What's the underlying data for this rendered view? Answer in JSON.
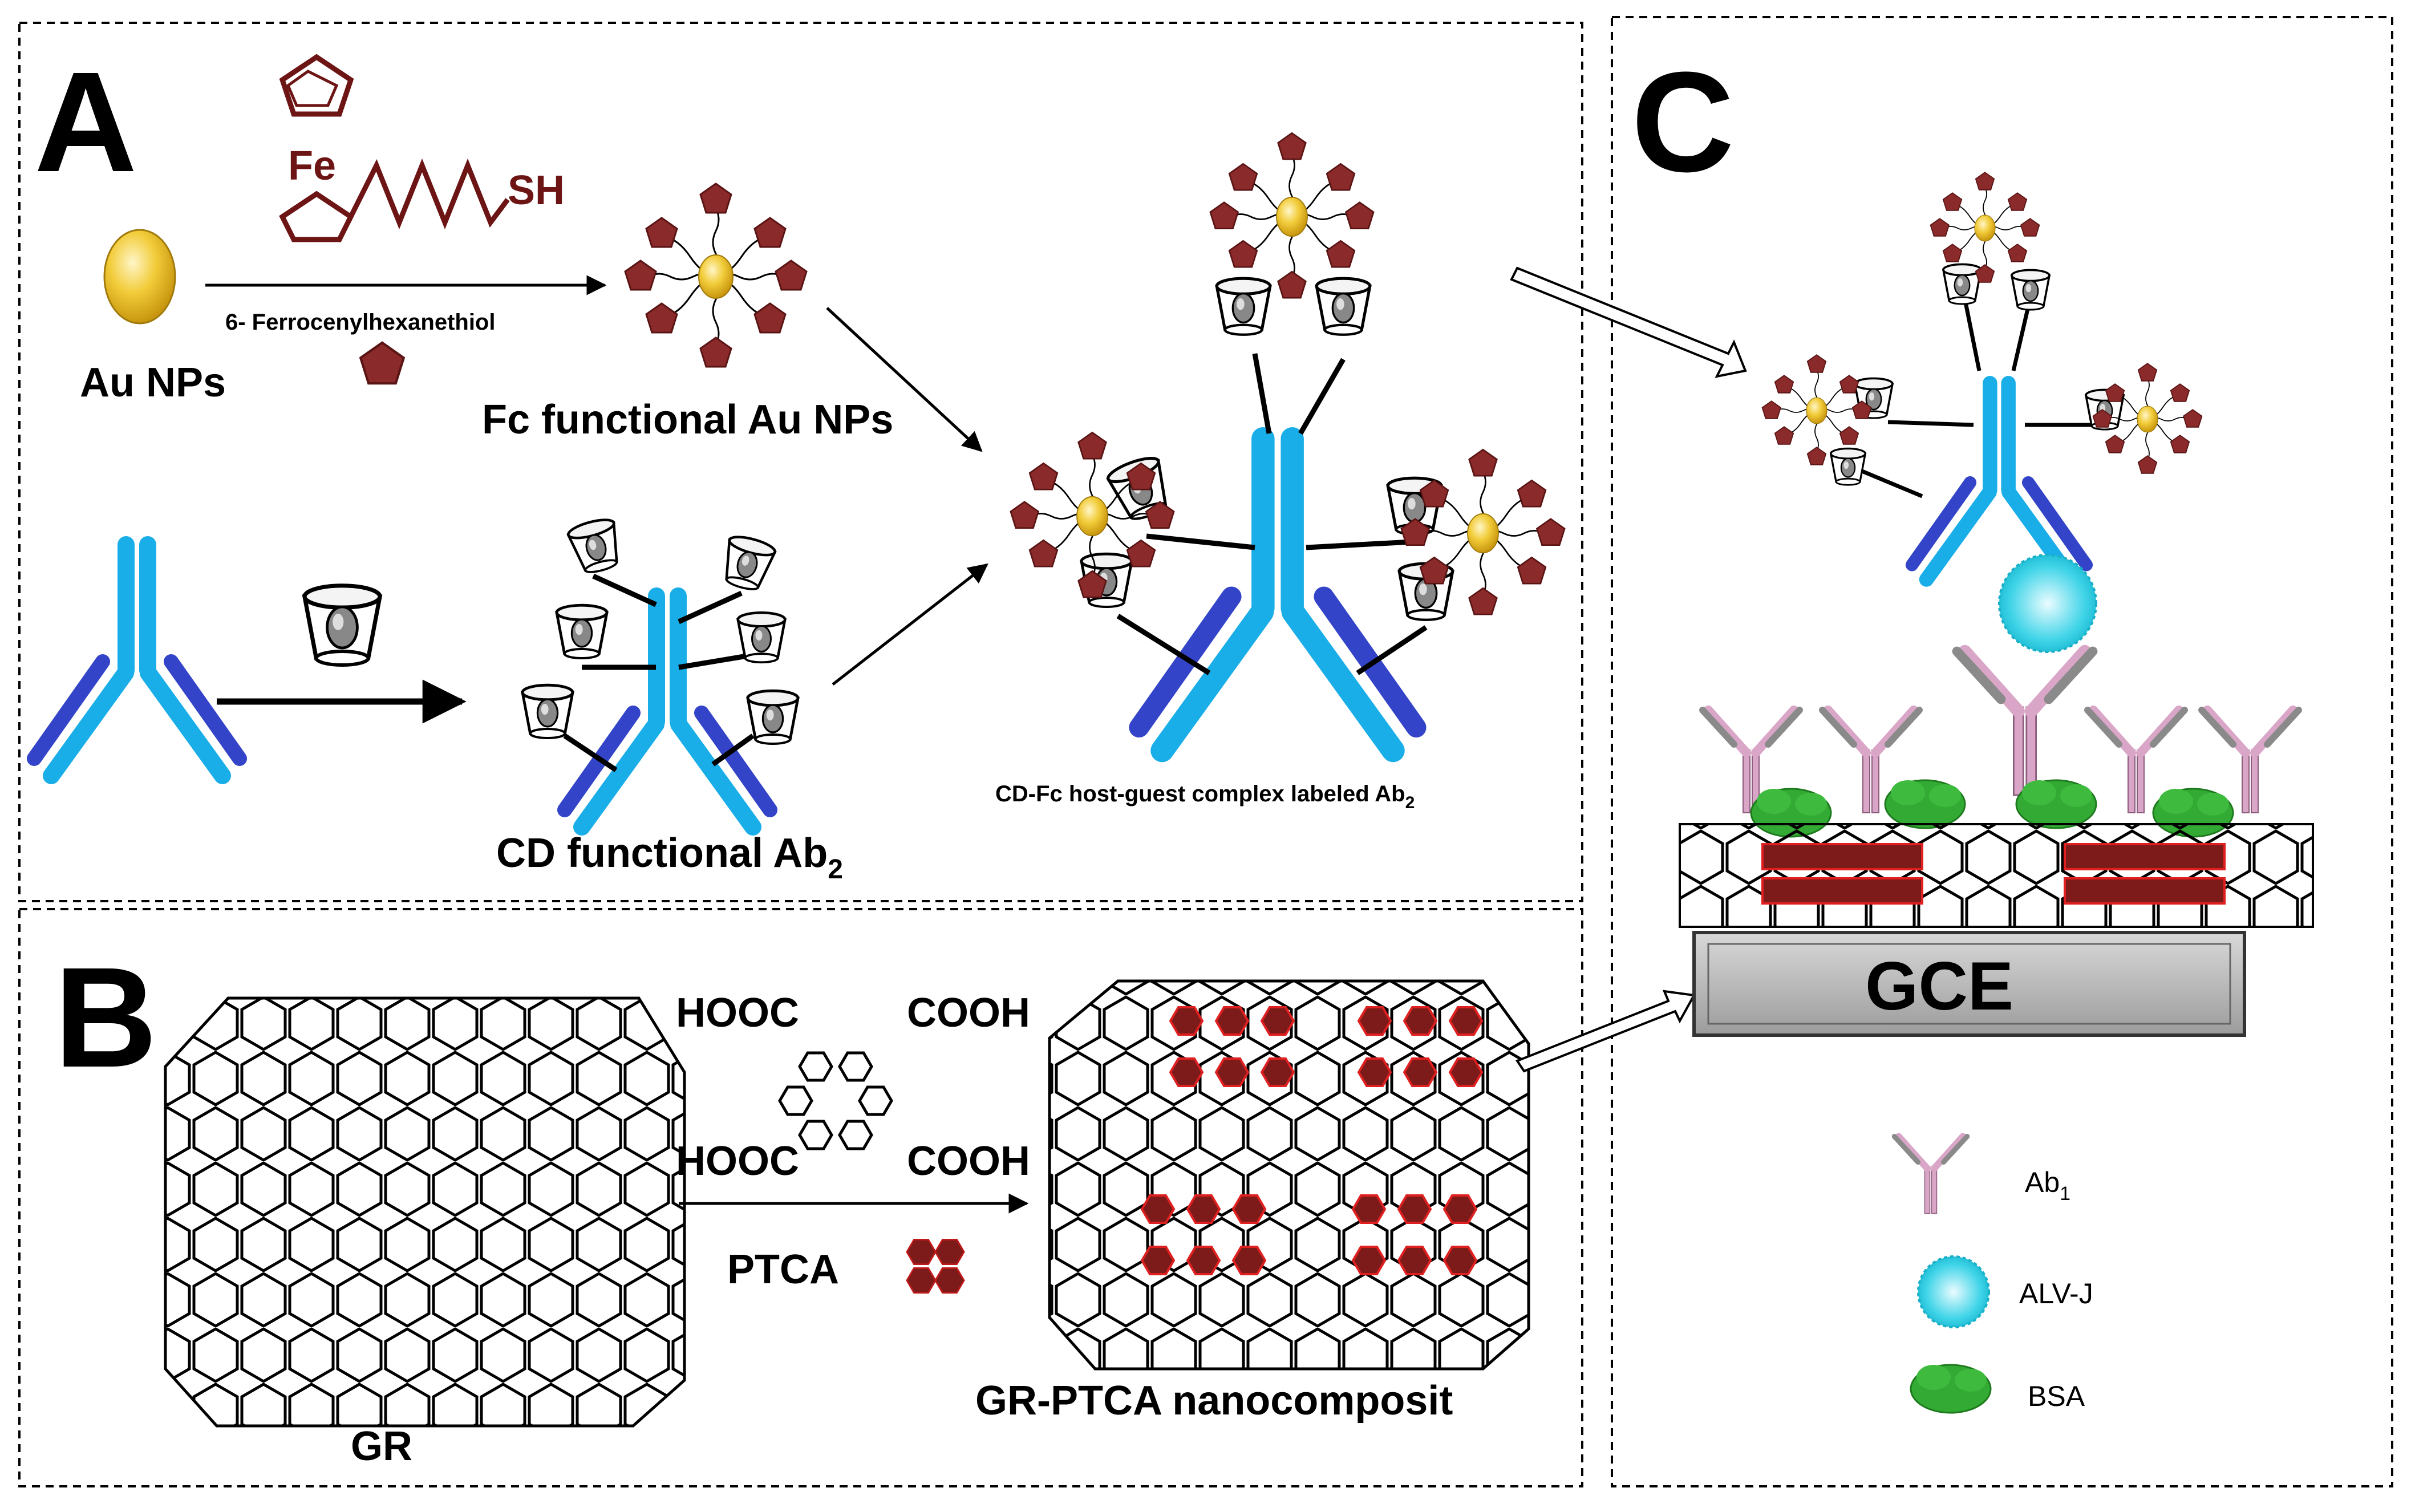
{
  "panels": {
    "a": {
      "letter": "A"
    },
    "b": {
      "letter": "B"
    },
    "c": {
      "letter": "C"
    }
  },
  "labels": {
    "au_nps": "Au NPs",
    "fe": "Fe",
    "sh": "SH",
    "ferrocenyl": "6- Ferrocenylhexanethiol",
    "fc_au": "Fc functional Au NPs",
    "cd_ab2": "CD functional Ab",
    "cd_ab2_sub": "2",
    "complex": "CD-Fc host-guest complex labeled Ab",
    "complex_sub": "2",
    "hooc_top": "HOOC",
    "cooh_top": "COOH",
    "hooc_bottom": "HOOC",
    "cooh_bottom": "COOH",
    "ptca": "PTCA",
    "gr": "GR",
    "gr_ptca": "GR-PTCA nanocomposit",
    "gce": "GCE"
  },
  "legend": {
    "ab1": "Ab",
    "ab1_sub": "1",
    "alv": "ALV-J",
    "bsa": "BSA"
  },
  "colors": {
    "antibody_blue": "#1aaee8",
    "antibody_dark": "#3344c8",
    "ferrocene": "#8b2a2a",
    "gold": "#e8b820",
    "ab1_pink": "#d9a6c8",
    "ab1_gray": "#8a8a8a",
    "bsa_green": "#33aa33",
    "alv_cyan": "#33d2e6",
    "gce_gray": "#b8b8b8",
    "ptca_red": "#7d1a1a"
  }
}
